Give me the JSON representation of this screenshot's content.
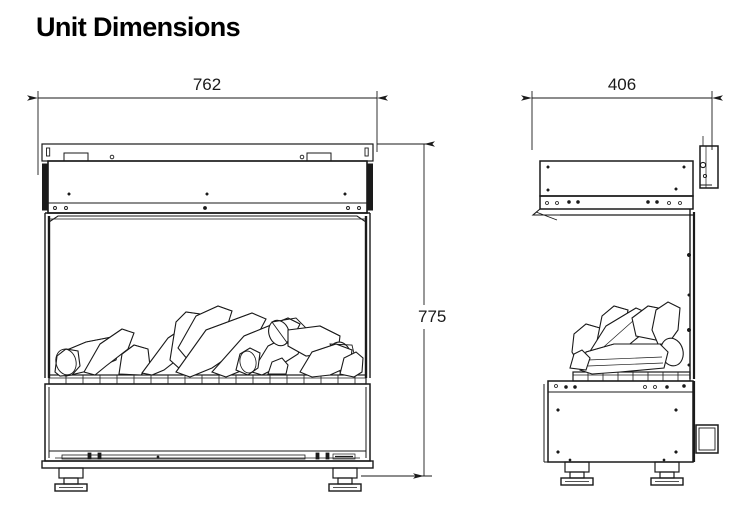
{
  "page": {
    "title": "Unit Dimensions",
    "background_color": "#ffffff",
    "line_color": "#1a1a1a",
    "text_color": "#000000"
  },
  "drawing": {
    "type": "technical-dimension-drawing",
    "subject": "electric fireplace insert",
    "units": "mm",
    "views": [
      {
        "name": "front-elevation",
        "label": "",
        "width_dimension": "762",
        "height_dimension": "775"
      },
      {
        "name": "side-elevation",
        "label": "",
        "depth_dimension": "406"
      }
    ]
  },
  "dimensions": {
    "front_width": {
      "value": "762",
      "orientation": "horizontal",
      "position": "above-front-view"
    },
    "overall_height": {
      "value": "775",
      "orientation": "vertical",
      "position": "right-of-front-view"
    },
    "side_depth": {
      "value": "406",
      "orientation": "horizontal",
      "position": "above-side-view"
    }
  }
}
